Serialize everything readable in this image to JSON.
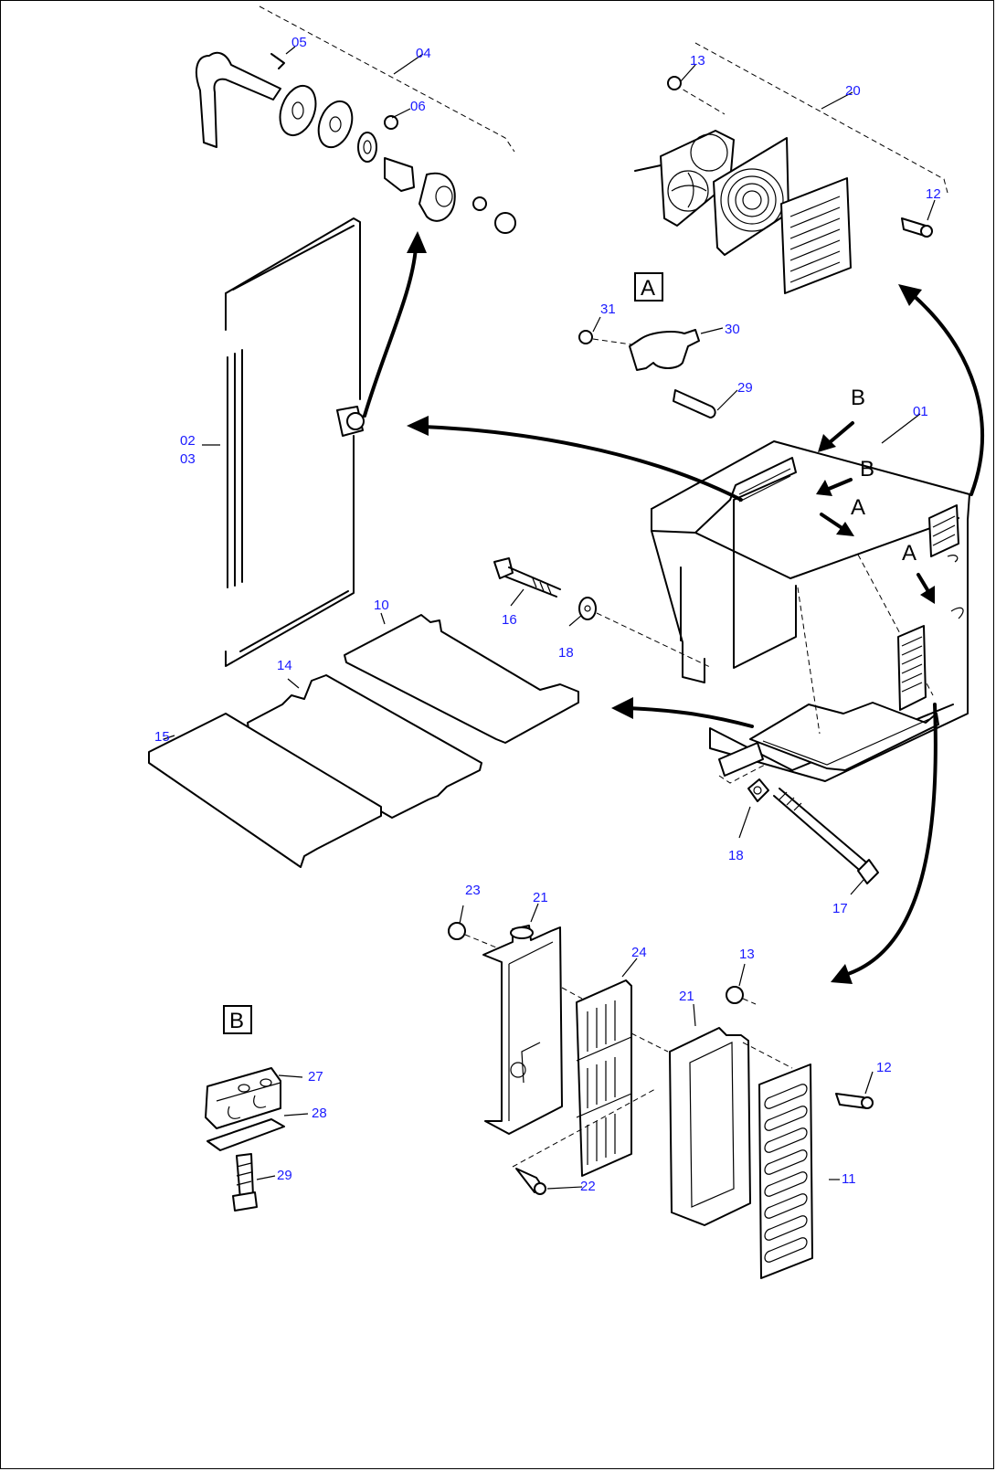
{
  "callouts": {
    "c05": "05",
    "c04": "04",
    "c06": "06",
    "c13a": "13",
    "c20": "20",
    "c12a": "12",
    "c31": "31",
    "c30": "30",
    "c29a": "29",
    "c01": "01",
    "c02": "02",
    "c03": "03",
    "c16": "16",
    "c18a": "18",
    "c10": "10",
    "c14": "14",
    "c15": "15",
    "c18b": "18",
    "c17": "17",
    "c23": "23",
    "c21a": "21",
    "c24": "24",
    "c13b": "13",
    "c21b": "21",
    "c12b": "12",
    "c11": "11",
    "c22": "22",
    "c27": "27",
    "c28": "28",
    "c29b": "29"
  },
  "view_letters": {
    "b1": "B",
    "b2": "B",
    "a1": "A",
    "a2": "A"
  },
  "detail_labels": {
    "detail_a": "A",
    "detail_b": "B"
  },
  "colors": {
    "callout": "#1a1aff",
    "line": "#000000",
    "background": "#ffffff"
  }
}
